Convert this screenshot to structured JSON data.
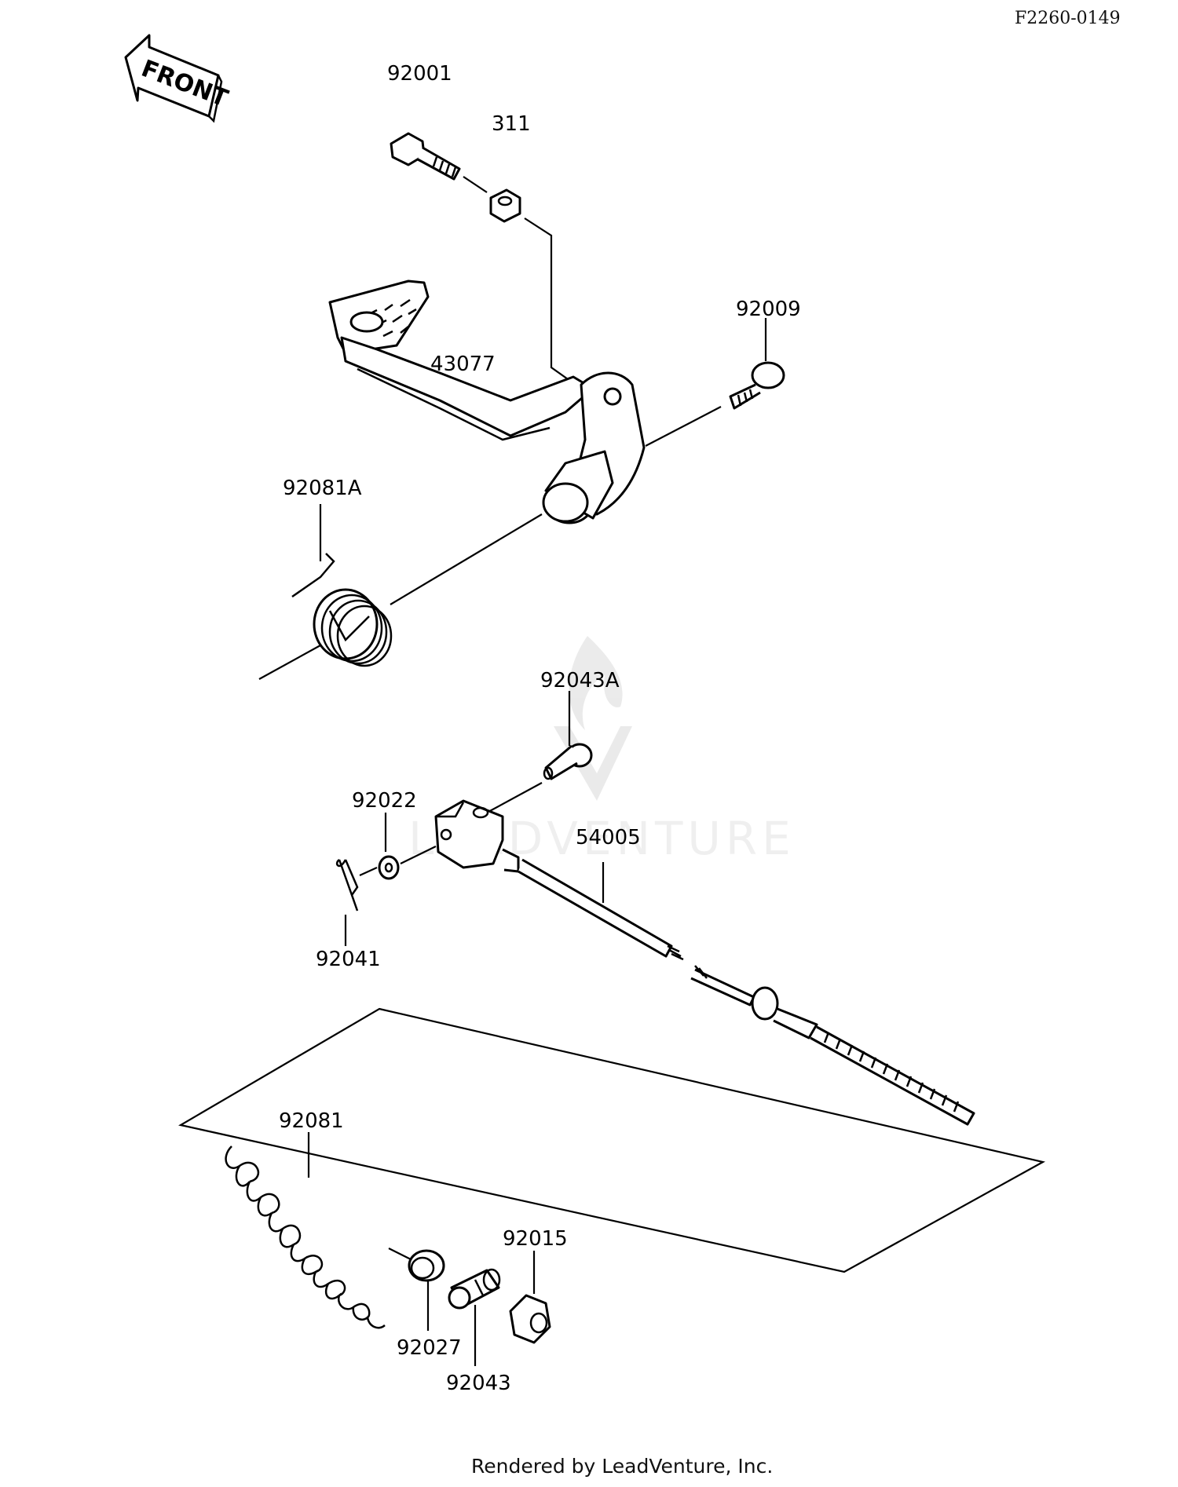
{
  "ref_code": "F2260-0149",
  "front_label": "FRONT",
  "watermark": "LEADVENTURE",
  "footer": "Rendered by LeadVenture, Inc.",
  "parts": [
    {
      "number": "92001",
      "name": "bolt"
    },
    {
      "number": "311",
      "name": "nut"
    },
    {
      "number": "92009",
      "name": "screw"
    },
    {
      "number": "43077",
      "name": "brake-pedal"
    },
    {
      "number": "92081A",
      "name": "torsion-spring"
    },
    {
      "number": "92043A",
      "name": "clevis-pin"
    },
    {
      "number": "92022",
      "name": "washer"
    },
    {
      "number": "54005",
      "name": "brake-cable"
    },
    {
      "number": "92041",
      "name": "cotter-pin"
    },
    {
      "number": "92081",
      "name": "coil-spring"
    },
    {
      "number": "92015",
      "name": "adjusting-nut"
    },
    {
      "number": "92027",
      "name": "collar"
    },
    {
      "number": "92043",
      "name": "pin"
    }
  ]
}
